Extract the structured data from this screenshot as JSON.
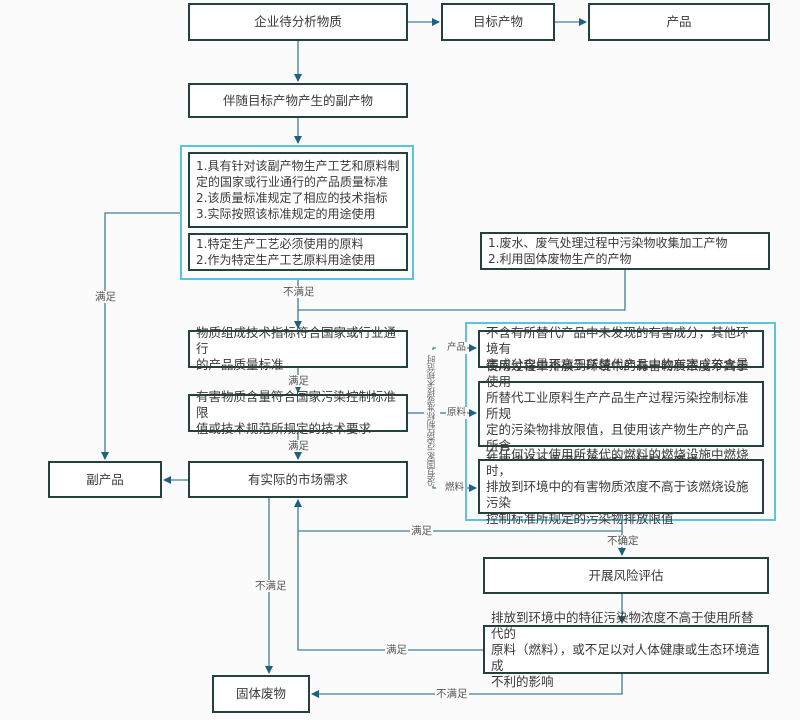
{
  "diagram": {
    "nodes": {
      "enterprise_material": "企业待分析物质",
      "target_product": "目标产物",
      "product": "产品",
      "byproduct_generated": "伴随目标产物产生的副产物",
      "criteria_group1": [
        "1.具有针对该副产物生产工艺和原料制",
        "定的国家或行业通行的产品质量标准",
        "2.该质量标准规定了相应的技术指标",
        "3.实际按照该标准规定的用途使用"
      ],
      "criteria_group2": [
        "1.特定生产工艺必须使用的原料",
        "2.作为特定生产工艺原料用途使用"
      ],
      "waste_treatment": [
        "1.废水、废气处理过程中污染物收集加工产物",
        "2.利用固体废物生产的产物"
      ],
      "composition_standard": [
        "物质组成技术指标符合国家或行业通行",
        "的产品质量标准"
      ],
      "hazard_standard": [
        "有害物质含量符合国家污染控制标准限",
        "值或技术规范所规定的技术要求"
      ],
      "market_demand": "有实际的市场需求",
      "byproduct": "副产品",
      "alt_product": [
        "不含有所替代产品中未发现的有害成分，其他环境有",
        "害成分含量不高于所替代产品中的有害成分含量"
      ],
      "alt_material": [
        "使用过程中排放到环境中的有害物质浓度不高于使用",
        "所替代工业原料生产产品生产过程污染控制标准所规",
        "定的污染物排放限值，且使用该产物生产的产品所含",
        "有害成分含量满足作为产品情景的要求"
      ],
      "alt_fuel": [
        "在任何设计使用所替代的燃料的燃烧设施中燃烧时，",
        "排放到环境中的有害物质浓度不高于该燃烧设施污染",
        "控制标准所规定的污染物排放限值"
      ],
      "risk_assessment": "开展风险评估",
      "pollutant_concentration": [
        "排放到环境中的特征污染物浓度不高于使用所替代的",
        "原料（燃料），或不足以对人体健康或生态环境造成",
        "不利的影响"
      ],
      "solid_waste": "固体废物"
    },
    "edge_labels": {
      "satisfied_left": "满足",
      "not_satisfied_top": "不满足",
      "satisfied_1": "满足",
      "satisfied_2": "满足",
      "no_standard": "没有国家污染控制标准或技术规范时",
      "branch_product": "产品",
      "branch_material": "原料",
      "branch_fuel": "燃料",
      "satisfied_return": "满足",
      "uncertain": "不确定",
      "not_satisfied_market": "不满足",
      "satisfied_risk": "满足",
      "not_satisfied_risk": "不满足"
    },
    "colors": {
      "box_border": "#22413f",
      "connector": "#2f6e8c",
      "group_border": "#5cc3de"
    }
  }
}
